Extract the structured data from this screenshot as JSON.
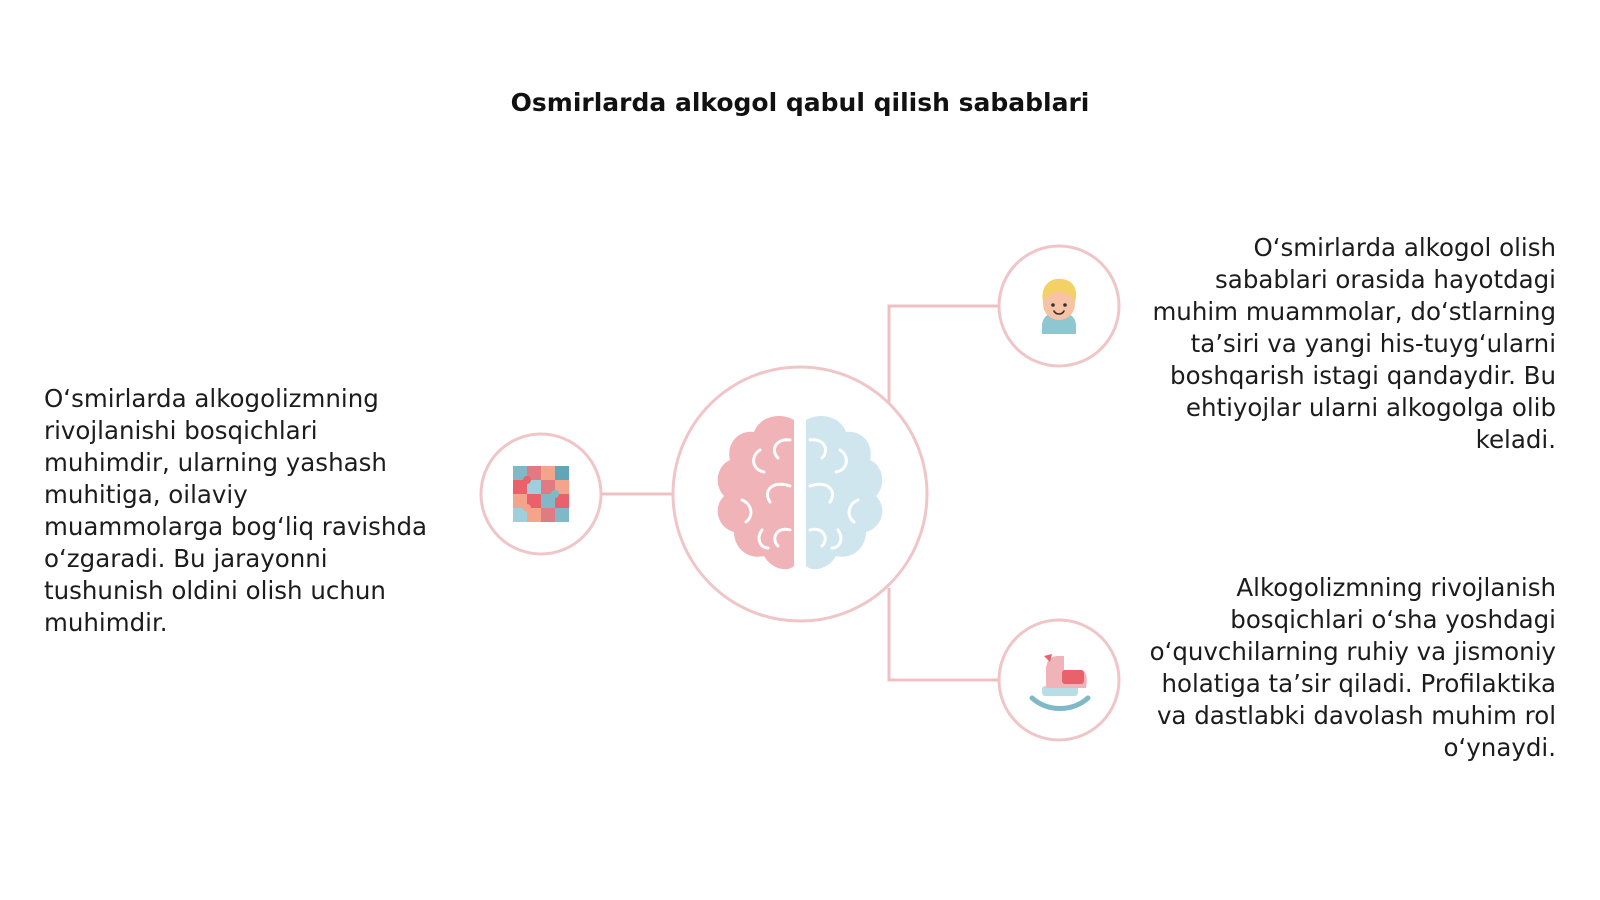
{
  "title": "Osmirlarda alkogol qabul qilish sabablari",
  "colors": {
    "ring": "#f0c5c8",
    "line": "#edc0c3",
    "brain_left": "#f0b3b8",
    "brain_right": "#cfe6ef"
  },
  "nodes": {
    "center": {
      "icon": "brain-icon"
    },
    "left": {
      "icon": "puzzle-icon",
      "text": "O‘smirlarda alkogolizmning rivojlanishi bosqichlari muhimdir, ularning yashash muhitiga, oilaviy muammolarga bog‘liq ravishda o‘zgaradi. Bu jarayonni tushunish oldini olish uchun muhimdir."
    },
    "top_right": {
      "icon": "child-icon",
      "text": "O‘smirlarda alkogol olish sabablari orasida hayotdagi muhim muammolar, do‘stlarning ta’siri va yangi his-tuyg‘ularni boshqarish istagi qandaydir. Bu ehtiyojlar ularni alkogolga olib keladi."
    },
    "bottom_right": {
      "icon": "rocking-horse-icon",
      "text": "Alkogolizmning rivojlanish bosqichlari o‘sha yoshdagi o‘quvchilarning ruhiy va jismoniy holatiga ta’sir qiladi. Profilaktika va dastlabki davolash muhim rol o‘ynaydi."
    }
  }
}
